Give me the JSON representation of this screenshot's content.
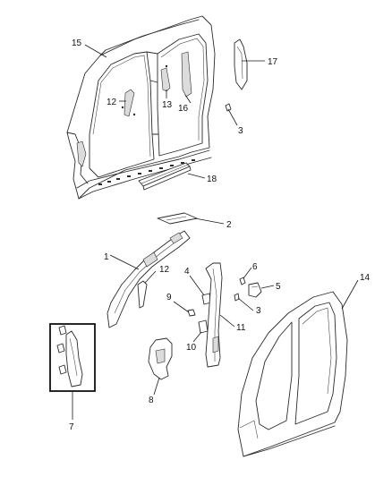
{
  "callouts": [
    {
      "id": "c15",
      "label": "15"
    },
    {
      "id": "c17",
      "label": "17"
    },
    {
      "id": "c12a",
      "label": "12"
    },
    {
      "id": "c13",
      "label": "13"
    },
    {
      "id": "c16",
      "label": "16"
    },
    {
      "id": "c3a",
      "label": "3"
    },
    {
      "id": "c18",
      "label": "18"
    },
    {
      "id": "c2",
      "label": "2"
    },
    {
      "id": "c1",
      "label": "1"
    },
    {
      "id": "c12b",
      "label": "12"
    },
    {
      "id": "c4",
      "label": "4"
    },
    {
      "id": "c6",
      "label": "6"
    },
    {
      "id": "c5",
      "label": "5"
    },
    {
      "id": "c14",
      "label": "14"
    },
    {
      "id": "c9",
      "label": "9"
    },
    {
      "id": "c3b",
      "label": "3"
    },
    {
      "id": "c11",
      "label": "11"
    },
    {
      "id": "c10",
      "label": "10"
    },
    {
      "id": "c8",
      "label": "8"
    },
    {
      "id": "c7",
      "label": "7"
    }
  ]
}
